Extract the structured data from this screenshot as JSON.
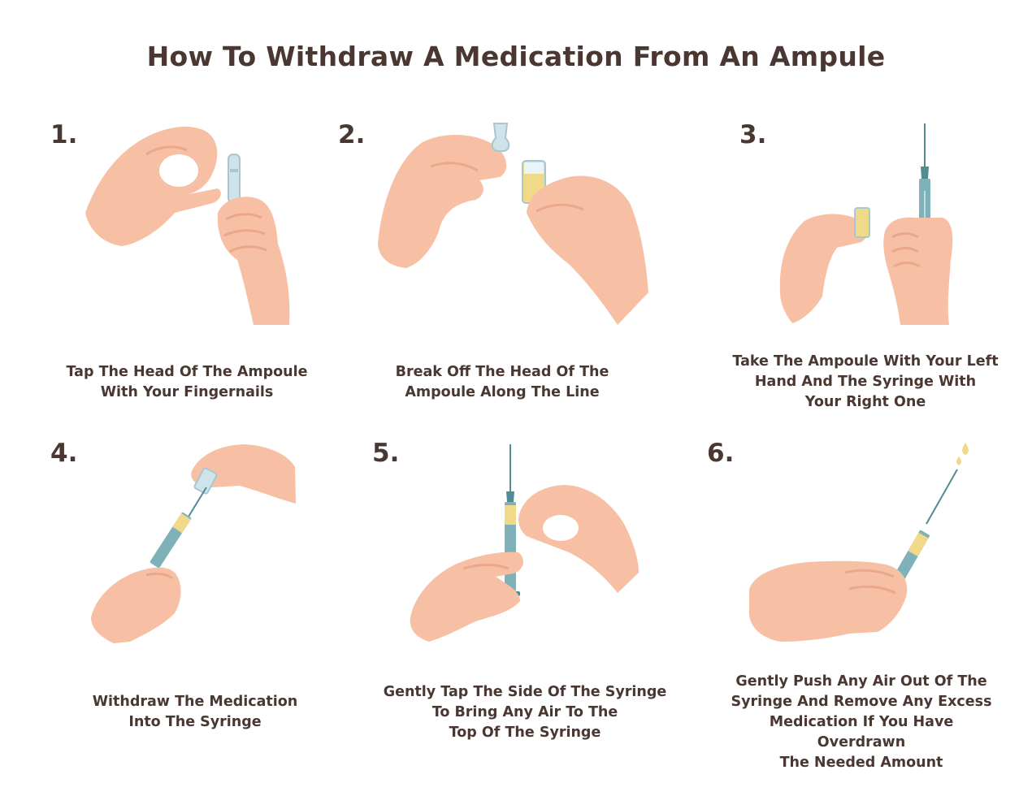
{
  "title": "How To Withdraw A Medication From An Ampule",
  "steps": [
    {
      "number": "1.",
      "lines": [
        "Tap The Head Of The Ampoule",
        "With Your Fingernails"
      ]
    },
    {
      "number": "2.",
      "lines": [
        "Break Off The Head Of The",
        "Ampoule Along The Line"
      ]
    },
    {
      "number": "3.",
      "lines": [
        "Take The Ampoule With Your Left",
        "Hand And The Syringe With",
        "Your Right One"
      ]
    },
    {
      "number": "4.",
      "lines": [
        "Withdraw The Medication",
        "Into The Syringe"
      ]
    },
    {
      "number": "5.",
      "lines": [
        "Gently Tap The Side Of The Syringe",
        "To Bring Any Air To The",
        "Top Of The Syringe"
      ]
    },
    {
      "number": "6.",
      "lines": [
        "Gently Push Any Air Out Of The",
        "Syringe And Remove Any Excess",
        "Medication If You Have Overdrawn",
        "The Needed Amount"
      ]
    }
  ],
  "colors": {
    "text": "#4a3732",
    "skin": "#f7c0a5",
    "skin_shadow": "#eaa78a",
    "syringe": "#7fb2b8",
    "syringe_dark": "#4f8c94",
    "medication": "#f1d98a",
    "ampoule_glass": "#cfe3ea"
  }
}
